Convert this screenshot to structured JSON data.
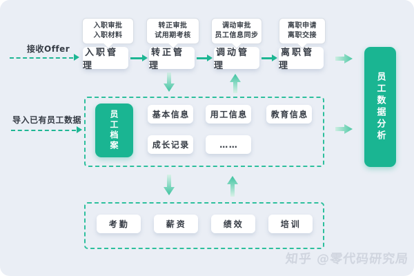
{
  "colors": {
    "accent": "#1ab592",
    "dashed_border": "#2cbf9c",
    "background": "#eaeef5",
    "text_dark": "#353b44",
    "watermark_gray": "#d0d5df"
  },
  "flow": {
    "start_label": "接收Offer",
    "stages": [
      {
        "label": "入职管理",
        "callout": [
          "入职审批",
          "入职材料"
        ]
      },
      {
        "label": "转正管理",
        "callout": [
          "转正审批",
          "试用期考核"
        ]
      },
      {
        "label": "调动管理",
        "callout": [
          "调动审批",
          "员工信息同步"
        ]
      },
      {
        "label": "离职管理",
        "callout": [
          "离职申请",
          "离职交接"
        ]
      }
    ],
    "result_label": "员工数据分析"
  },
  "archive": {
    "import_label": "导入已有员工数据",
    "title": "员工档案",
    "items": [
      "基本信息",
      "用工信息",
      "教育信息",
      "成长记录",
      "……"
    ]
  },
  "modules": [
    "考勤",
    "薪资",
    "绩效",
    "培训"
  ],
  "watermark": "知乎 @零代码研究局"
}
